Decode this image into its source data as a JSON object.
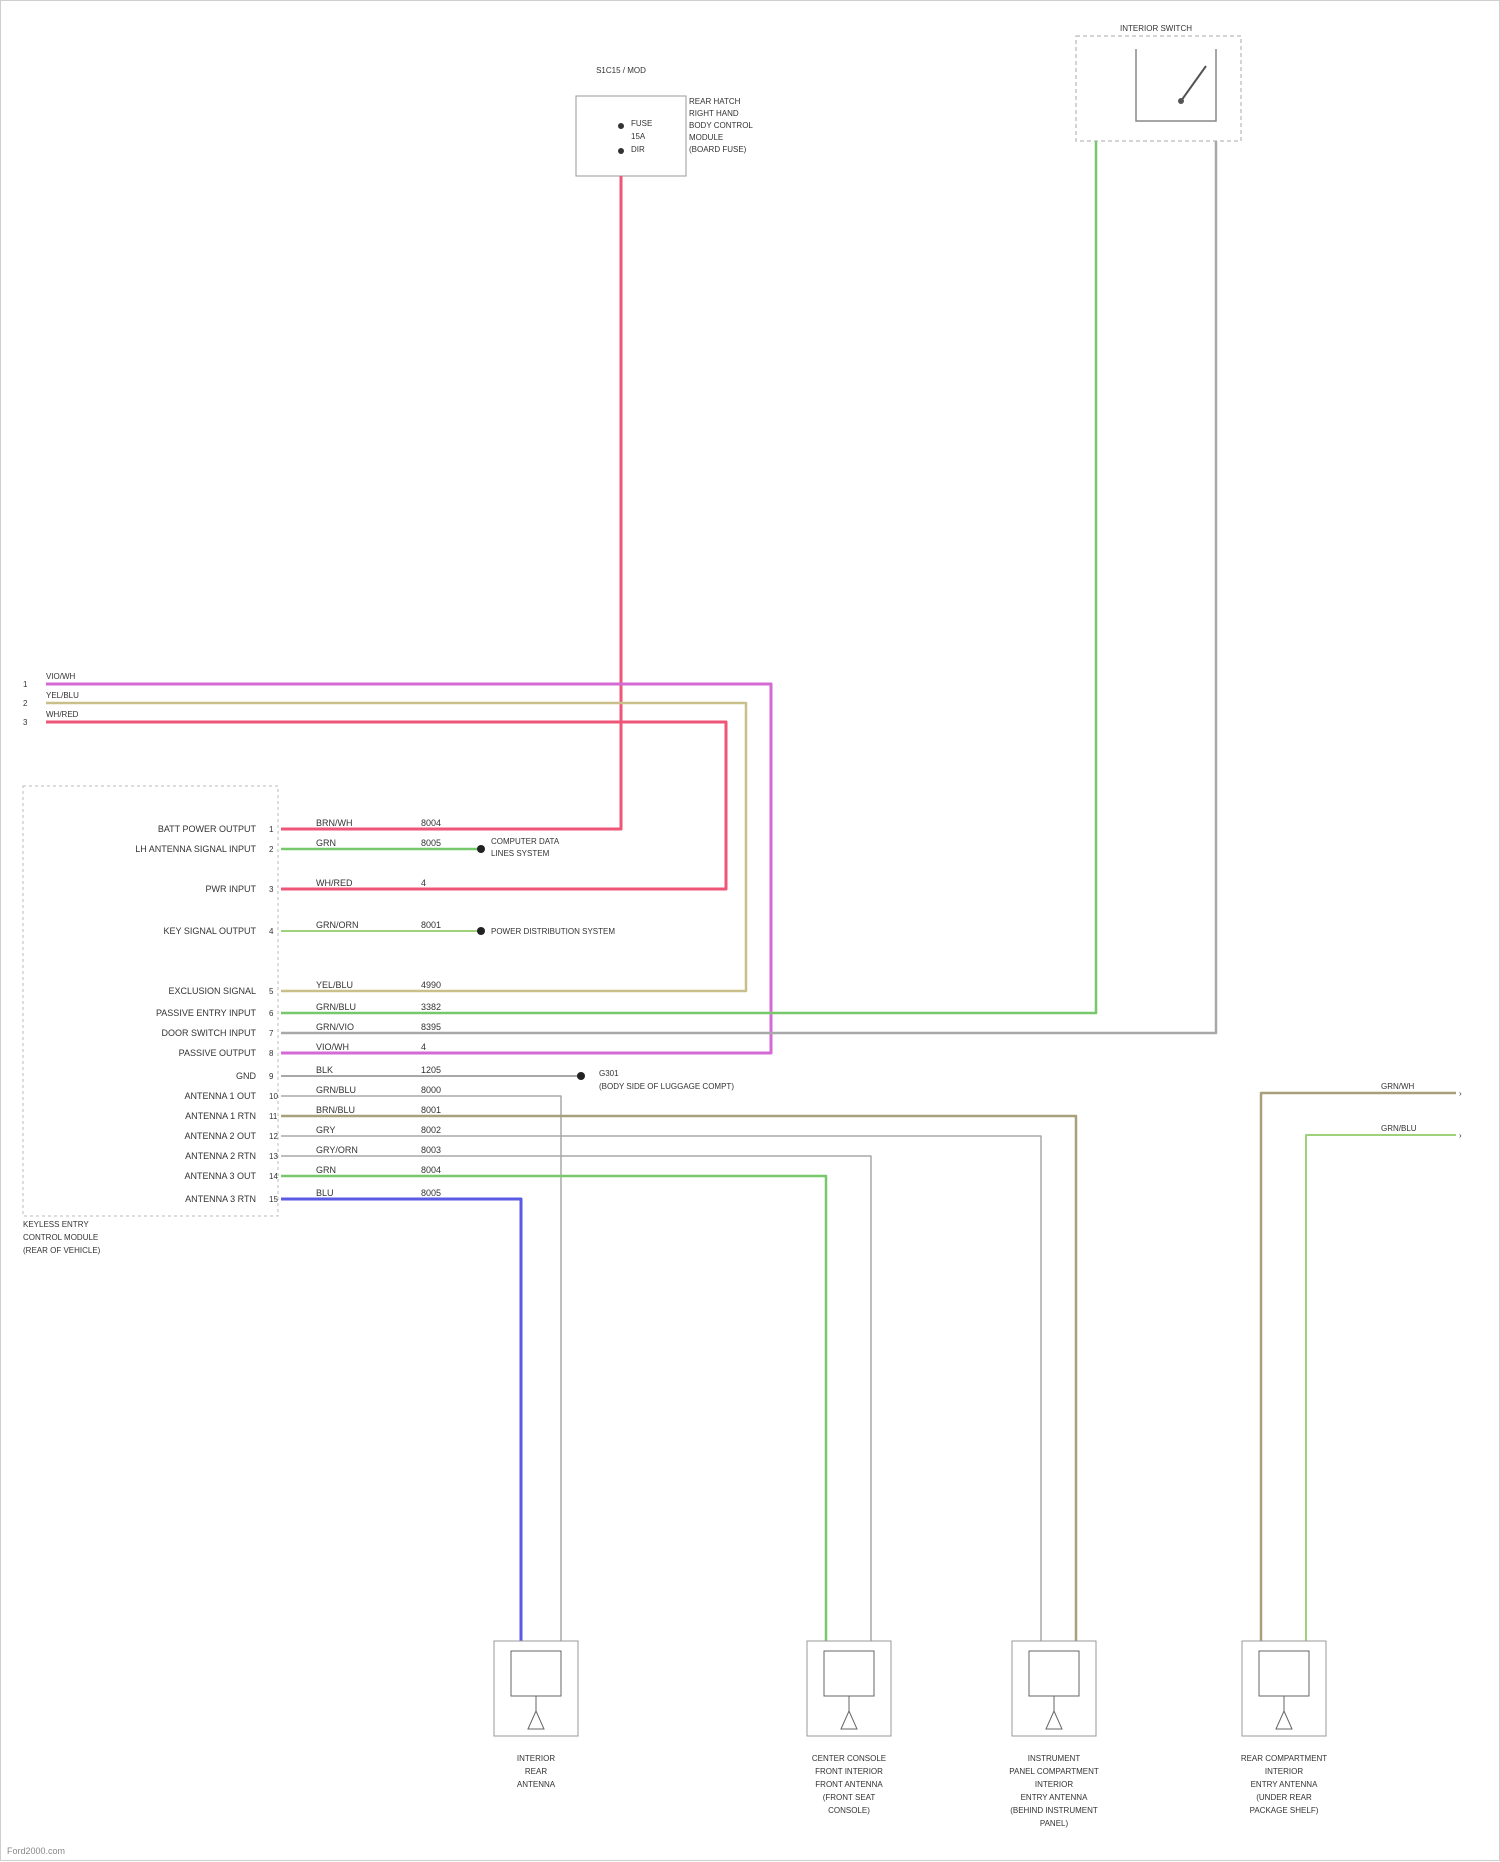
{
  "colors": {
    "red": "#ee5577",
    "magenta": "#d46ad4",
    "green": "#77c86a",
    "tan": "#c9bf8a",
    "gray": "#a8a8a8",
    "blue": "#5a5ae6",
    "olive": "#a7a07a",
    "lightgreen": "#9fd07a"
  },
  "fuse": {
    "title": "S1C15 / MOD",
    "lines": [
      "FUSE",
      "15A",
      "DIR"
    ],
    "note": [
      "REAR HATCH",
      "RIGHT HAND",
      "BODY CONTROL",
      "MODULE",
      "(BOARD FUSE)"
    ]
  },
  "switch": {
    "title": "INTERIOR SWITCH"
  },
  "module": {
    "pins": [
      {
        "label": "BATT POWER OUTPUT",
        "num": "1",
        "color": "BRN/WH",
        "circuit": "8004"
      },
      {
        "label": "LH ANTENNA SIGNAL INPUT",
        "num": "2",
        "color": "GRN",
        "circuit": "8005"
      },
      {
        "label": "PWR INPUT",
        "num": "3",
        "color": "WH/RED",
        "circuit": "4"
      },
      {
        "label": "KEY SIGNAL OUTPUT",
        "num": "4",
        "color": "GRN/ORN",
        "circuit": "8001"
      },
      {
        "label": "EXCLUSION SIGNAL",
        "num": "5",
        "color": "YEL/BLU",
        "circuit": "4990"
      },
      {
        "label": "PASSIVE ENTRY INPUT",
        "num": "6",
        "color": "GRN/BLU",
        "circuit": "3382"
      },
      {
        "label": "DOOR SWITCH INPUT",
        "num": "7",
        "color": "GRN/VIO",
        "circuit": "8395"
      },
      {
        "label": "PASSIVE OUTPUT",
        "num": "8",
        "color": "VIO/WH",
        "circuit": "4"
      },
      {
        "label": "GND",
        "num": "9",
        "color": "BLK",
        "circuit": "1205"
      },
      {
        "label": "ANTENNA 1 OUT",
        "num": "10",
        "color": "GRN/BLU",
        "circuit": "8000"
      },
      {
        "label": "ANTENNA 1 RTN",
        "num": "11",
        "color": "BRN/BLU",
        "circuit": "8001"
      },
      {
        "label": "ANTENNA 2 OUT",
        "num": "12",
        "color": "GRY",
        "circuit": "8002"
      },
      {
        "label": "ANTENNA 2 RTN",
        "num": "13",
        "color": "GRY/ORN",
        "circuit": "8003"
      },
      {
        "label": "ANTENNA 3 OUT",
        "num": "14",
        "color": "GRN",
        "circuit": "8004"
      },
      {
        "label": "ANTENNA 3 RTN",
        "num": "15",
        "color": "BLU",
        "circuit": "8005"
      }
    ],
    "name": [
      "KEYLESS ENTRY",
      "CONTROL MODULE",
      "(REAR OF VEHICLE)"
    ]
  },
  "topwires": [
    {
      "num": "1",
      "color": "VIO/WH"
    },
    {
      "num": "2",
      "color": "YEL/BLU"
    },
    {
      "num": "3",
      "color": "WH/RED"
    }
  ],
  "refs": {
    "r1": [
      "COMPUTER DATA",
      "LINES SYSTEM"
    ],
    "r2": "POWER DISTRIBUTION SYSTEM",
    "r3": [
      "G301",
      "(BODY SIDE OF LUGGAGE COMPT)"
    ]
  },
  "rightwires": [
    {
      "color": "GRN/WH"
    },
    {
      "color": "GRN/BLU"
    }
  ],
  "antennas": [
    {
      "name": [
        "INTERIOR",
        "REAR",
        "ANTENNA"
      ]
    },
    {
      "name": [
        "CENTER CONSOLE",
        "FRONT INTERIOR",
        "FRONT ANTENNA",
        "(FRONT SEAT",
        "CONSOLE)"
      ]
    },
    {
      "name": [
        "INSTRUMENT",
        "PANEL COMPARTMENT",
        "INTERIOR",
        "ENTRY ANTENNA",
        "(BEHIND INSTRUMENT",
        "PANEL)"
      ]
    },
    {
      "name": [
        "REAR COMPARTMENT",
        "INTERIOR",
        "ENTRY ANTENNA",
        "(UNDER REAR",
        "PACKAGE SHELF)"
      ]
    }
  ],
  "watermark": "Ford2000.com"
}
